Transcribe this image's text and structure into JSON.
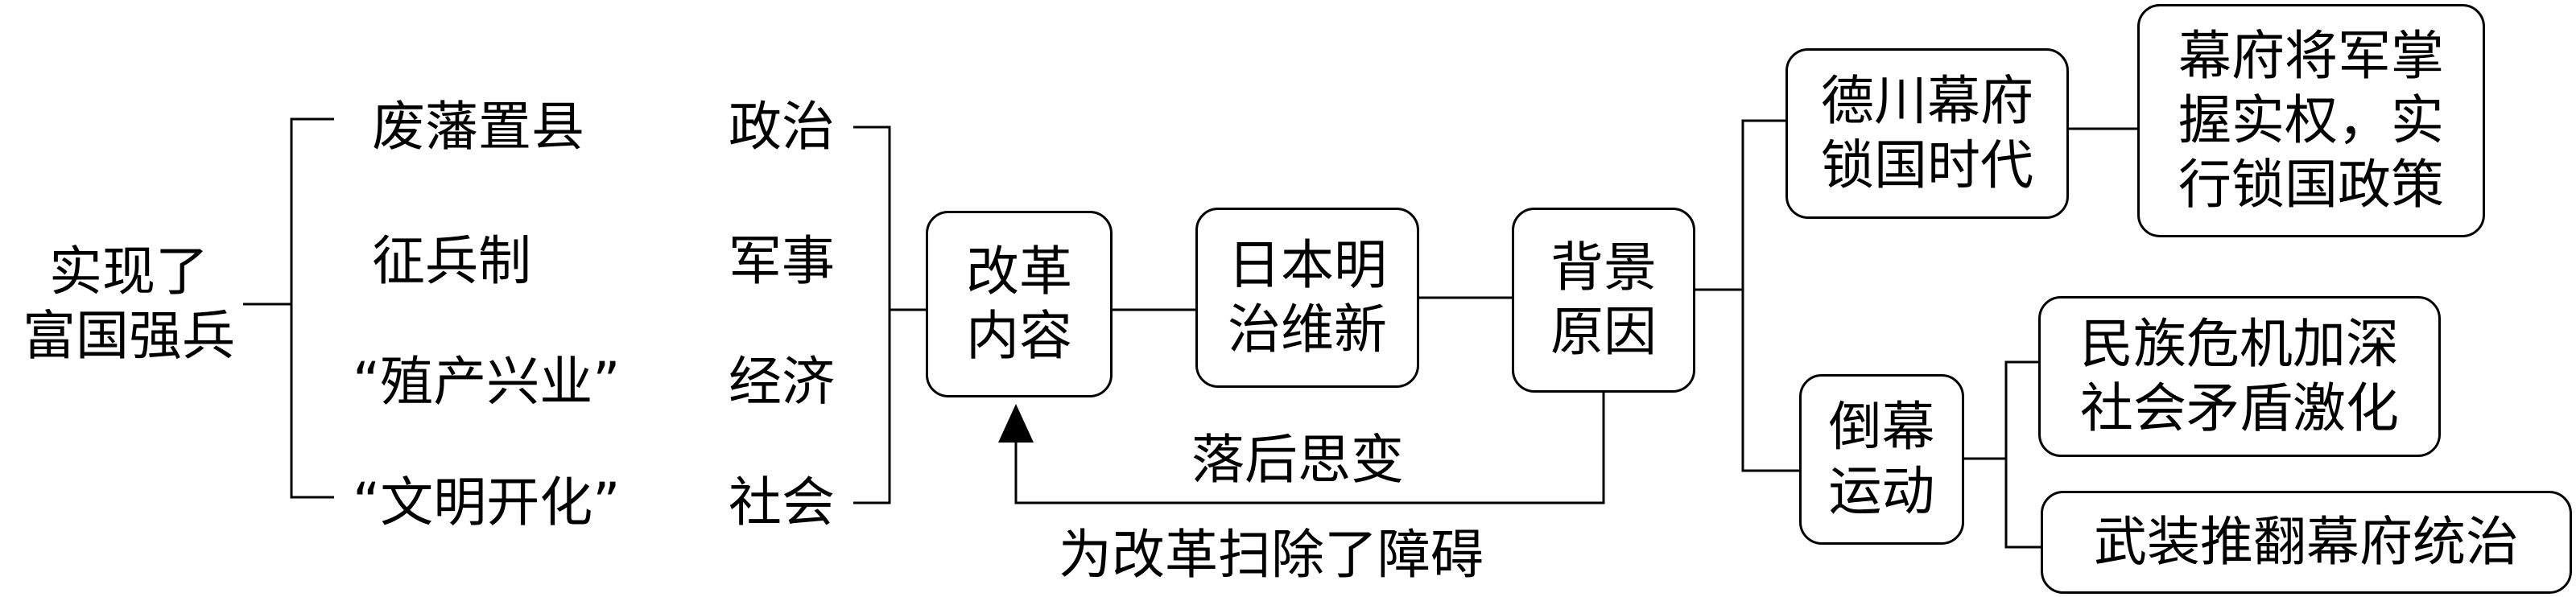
{
  "left_result": {
    "line1": "实现了",
    "line2": "富国强兵"
  },
  "reforms": [
    {
      "item": "废藩置县",
      "area": "政治"
    },
    {
      "item": "征兵制",
      "area": "军事"
    },
    {
      "item": "“殖产兴业”",
      "area": "经济"
    },
    {
      "item": "“文明开化”",
      "area": "社会"
    }
  ],
  "boxes": {
    "reform_content": {
      "line1": "改革",
      "line2": "内容"
    },
    "meiji": {
      "line1": "日本明",
      "line2": "治维新"
    },
    "background": {
      "line1": "背景",
      "line2": "原因"
    },
    "tokugawa": {
      "line1": "德川幕府",
      "line2": "锁国时代"
    },
    "shogunate": {
      "line1": "幕府将军掌",
      "line2": "握实权，实",
      "line3": "行锁国政策"
    },
    "tobaku": {
      "line1": "倒幕",
      "line2": "运动"
    },
    "crisis": {
      "line1": "民族危机加深",
      "line2": "社会矛盾激化"
    },
    "armed": {
      "line1": "武装推翻幕府统治"
    }
  },
  "arrow_labels": {
    "above": "落后思变",
    "below": "为改革扫除了障碍"
  }
}
